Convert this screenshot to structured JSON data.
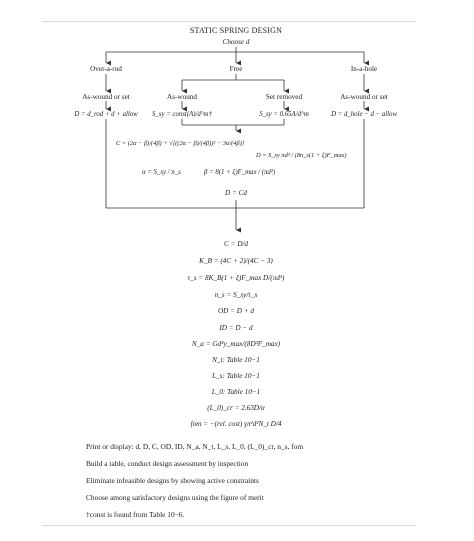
{
  "title": "STATIC SPRING DESIGN",
  "choose": "Choose d",
  "branches": {
    "over_a_rod": "Over-a-rod",
    "free": "Free",
    "in_a_hole": "In-a-hole"
  },
  "sub": {
    "aw1": "As-wound or set",
    "aw2": "As-wound",
    "set_removed": "Set removed",
    "aw3": "As-wound or set"
  },
  "eqs": {
    "d_rod": "D = d_rod + d + allow",
    "ssy_const": "S_sy = const(A)/d^m†",
    "ssy_065": "S_sy = 0.65A/d^m",
    "d_hole": "D = d_hole − d − allow",
    "c_formula": "C = (2α − β)/(4β) + √[((2α − β)/(4β))² − 3α/(4β)]",
    "d_formula": "D = S_sy πd³ / (8n_s(1 + ξ)F_max)",
    "alpha": "α = S_sy / n_s",
    "beta": "β = 8(1 + ξ)F_max / (πd²)",
    "d_cd": "D = Cd"
  },
  "steps": [
    "C = D/d",
    "K_B = (4C + 2)/(4C − 3)",
    "τ_s = 8K_B(1 + ξ)F_max D/(πd³)",
    "n_s = S_sy/τ_s",
    "OD = D + d",
    "ID = D − d",
    "N_a = Gd⁴y_max/(8D³F_max)",
    "N_t: Table 10−1",
    "L_s: Table 10−1",
    "L_0: Table 10−1",
    "(L_0)_cr = 2.63D/α",
    "fom = −(rel. cost) γπ²d²N_t D/4"
  ],
  "notes": [
    "Print or display: d, D, C, OD, ID, N_a, N_t, L_s, L_0, (L_0)_cr, n_s, fom",
    "Build a table, conduct design assessment by inspection",
    "Eliminate infeasible designs by showing active constraints",
    "Choose among satisfactory designs using the figure of merit",
    "†const is found from Table 10−6."
  ]
}
